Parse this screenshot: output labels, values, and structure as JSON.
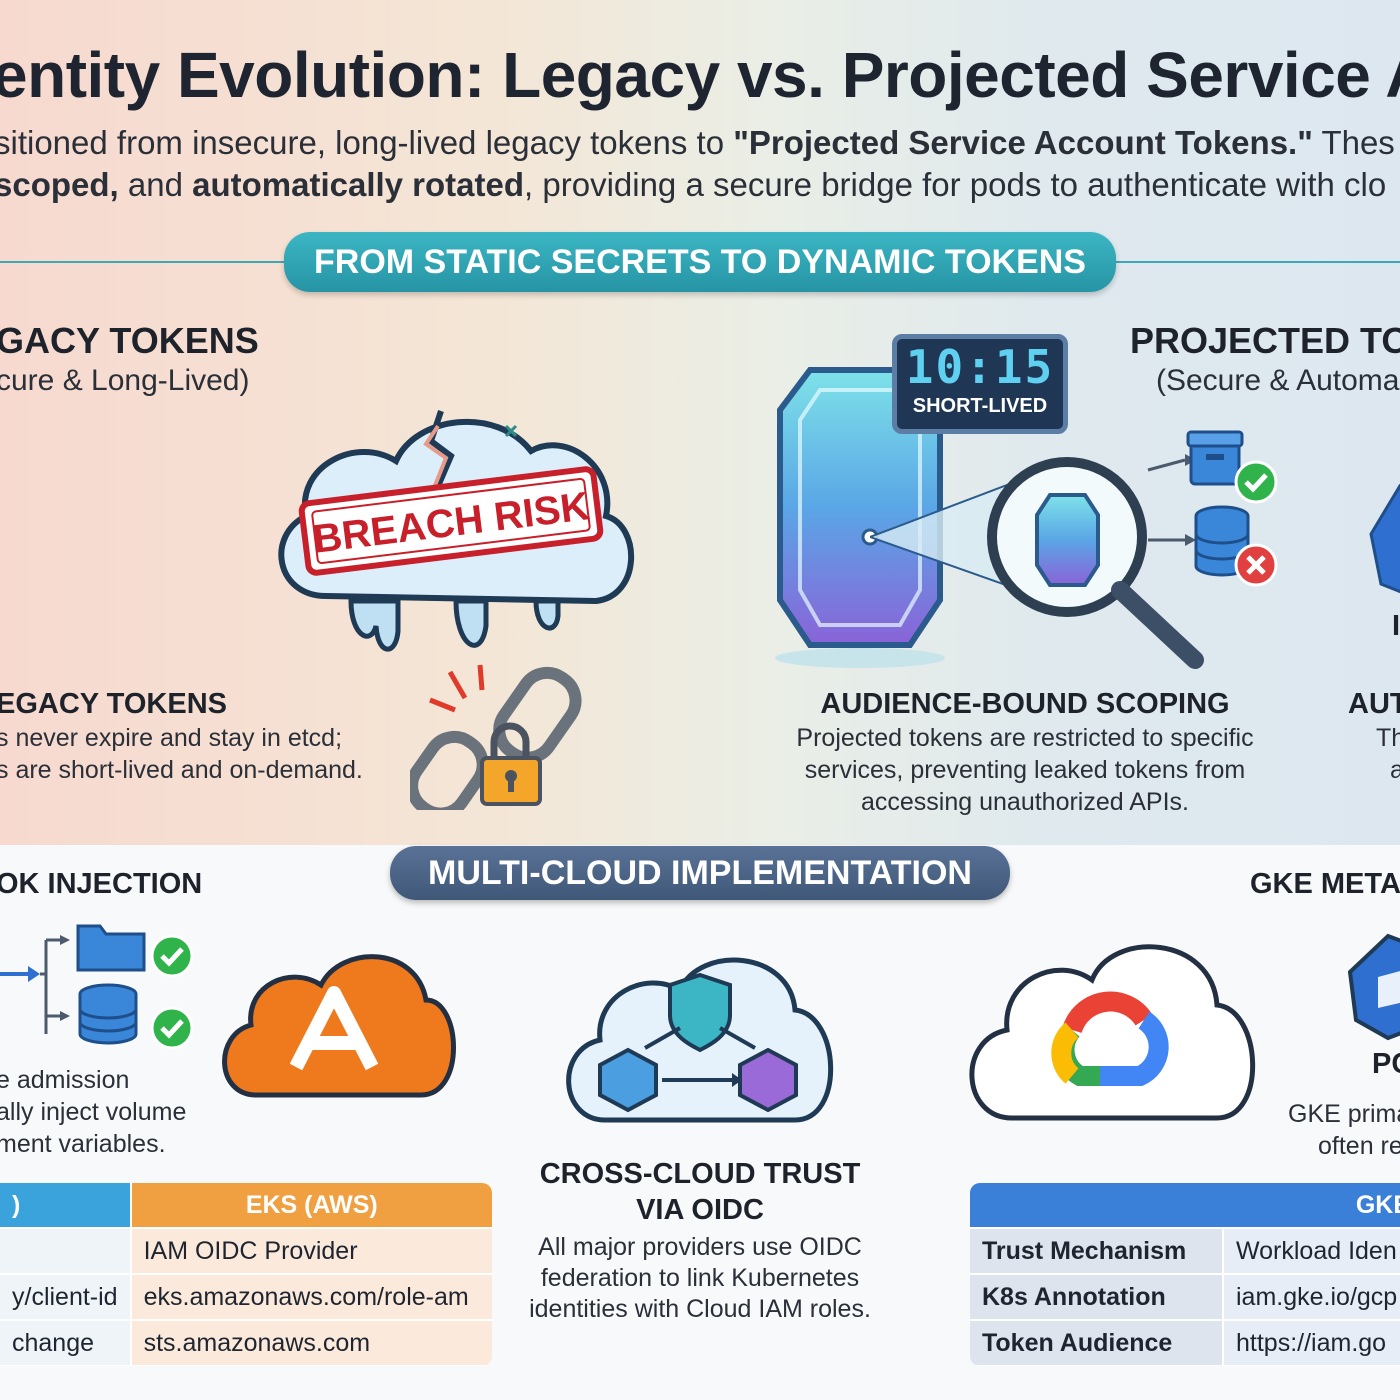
{
  "title": "entity Evolution: Legacy vs. Projected Service A",
  "intro": {
    "line1_a": "sitioned from insecure, long-lived legacy tokens to ",
    "line1_bold": "\"Projected Service Account Tokens.\"",
    "line1_b": " Thes",
    "line2_bold_a": "scoped,",
    "line2_mid": " and ",
    "line2_bold_b": "automatically rotated",
    "line2_c": ", providing a secure bridge for pods to authenticate with clo"
  },
  "section1_label": "FROM STATIC SECRETS TO DYNAMIC TOKENS",
  "section2_label": "MULTI-CLOUD IMPLEMENTATION",
  "legacy": {
    "heading": "GACY TOKENS",
    "subheading": "cure & Long-Lived)",
    "badge": "BREACH RISK",
    "feature_title": "EGACY TOKENS",
    "feature_line1": "s never expire and stay in etcd;",
    "feature_line2": "s are short-lived and on-demand."
  },
  "projected": {
    "heading": "PROJECTED TO",
    "subheading": "(Secure & Automa",
    "timer": "10:15",
    "timer_label": "SHORT-LIVED",
    "scoping_title": "AUDIENCE-BOUND SCOPING",
    "scoping_line1": "Projected tokens are restricted to specific",
    "scoping_line2": "services, preventing leaked tokens from",
    "scoping_line3": "accessing unauthorized APIs.",
    "right_title": "AUT",
    "right_line1": "Th",
    "right_line2": "a",
    "right_k": "I"
  },
  "webhook": {
    "title": "OK INJECTION",
    "line1": "e admission",
    "line2": "ally inject volume",
    "line3": "ment variables."
  },
  "oidc": {
    "title_line1": "CROSS-CLOUD TRUST",
    "title_line2": "VIA OIDC",
    "line1": "All major providers use OIDC",
    "line2": "federation to link Kubernetes",
    "line3": "identities with Cloud IAM roles."
  },
  "gke_side": {
    "title": "GKE METAL",
    "label": "PC",
    "line1": "GKE prima",
    "line2": "often re"
  },
  "eks_table": {
    "header_left": ")",
    "header": "EKS (AWS)",
    "rows": [
      {
        "left": "",
        "value": "IAM OIDC Provider"
      },
      {
        "left": "y/client-id",
        "value": "eks.amazonaws.com/role-am"
      },
      {
        "left": "change",
        "value": "sts.amazonaws.com"
      }
    ]
  },
  "gke_table": {
    "header": "GKE",
    "rows": [
      {
        "label": "Trust Mechanism",
        "value": "Workload Iden"
      },
      {
        "label": "K8s Annotation",
        "value": "iam.gke.io/gcp"
      },
      {
        "label": "Token Audience",
        "value": "https://iam.go"
      }
    ]
  },
  "colors": {
    "teal": "#2694a4",
    "navy": "#3f5878",
    "aws_orange": "#ef7a1e",
    "breach_red": "#c8202a",
    "eks_header": "#f0a040",
    "gke_header": "#3a7fd8",
    "check_green": "#2fb34a",
    "cross_red": "#e04040"
  }
}
